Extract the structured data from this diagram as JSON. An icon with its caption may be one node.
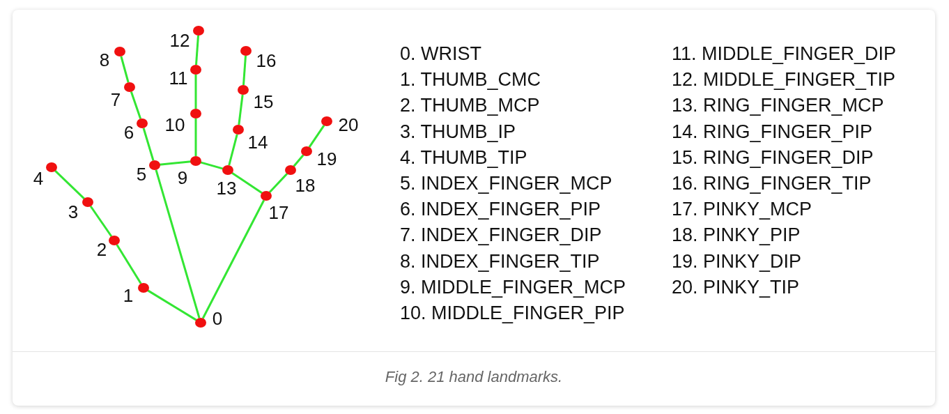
{
  "diagram": {
    "caption": "Fig 2. 21 hand landmarks.",
    "nodes": [
      {
        "text": [],
        "shape": "circle",
        "beside": [
          "0"
        ]
      },
      {
        "text": [],
        "shape": "circle",
        "beside": [
          "1"
        ]
      },
      {
        "text": [],
        "shape": "circle",
        "beside": [
          "2"
        ]
      },
      {
        "text": [],
        "shape": "circle",
        "beside": [
          "3"
        ]
      },
      {
        "text": [],
        "shape": "circle",
        "beside": [
          "4"
        ]
      },
      {
        "text": [],
        "shape": "circle",
        "beside": [
          "5"
        ]
      },
      {
        "text": [],
        "shape": "circle",
        "beside": [
          "6"
        ]
      },
      {
        "text": [],
        "shape": "circle",
        "beside": [
          "7"
        ]
      },
      {
        "text": [],
        "shape": "circle",
        "beside": [
          "8"
        ]
      },
      {
        "text": [],
        "shape": "circle",
        "beside": [
          "9"
        ]
      },
      {
        "text": [],
        "shape": "circle",
        "beside": [
          "10"
        ]
      },
      {
        "text": [],
        "shape": "circle",
        "beside": [
          "11"
        ]
      },
      {
        "text": [],
        "shape": "circle",
        "beside": [
          "12"
        ]
      },
      {
        "text": [],
        "shape": "circle",
        "beside": [
          "13"
        ]
      },
      {
        "text": [],
        "shape": "circle",
        "beside": [
          "14"
        ]
      },
      {
        "text": [],
        "shape": "circle",
        "beside": [
          "15"
        ]
      },
      {
        "text": [],
        "shape": "circle",
        "beside": [
          "16"
        ]
      },
      {
        "text": [],
        "shape": "circle",
        "beside": [
          "17"
        ]
      },
      {
        "text": [],
        "shape": "circle",
        "beside": [
          "18"
        ]
      },
      {
        "text": [],
        "shape": "circle",
        "beside": [
          "19"
        ]
      },
      {
        "text": [],
        "shape": "circle",
        "beside": [
          "20"
        ]
      }
    ],
    "edges": [
      {
        "from": 0,
        "to": 1,
        "arrow": "none"
      },
      {
        "from": 1,
        "to": 2,
        "arrow": "none"
      },
      {
        "from": 2,
        "to": 3,
        "arrow": "none"
      },
      {
        "from": 3,
        "to": 4,
        "arrow": "none"
      },
      {
        "from": 0,
        "to": 5,
        "arrow": "none"
      },
      {
        "from": 5,
        "to": 6,
        "arrow": "none"
      },
      {
        "from": 6,
        "to": 7,
        "arrow": "none"
      },
      {
        "from": 7,
        "to": 8,
        "arrow": "none"
      },
      {
        "from": 5,
        "to": 9,
        "arrow": "none"
      },
      {
        "from": 9,
        "to": 10,
        "arrow": "none"
      },
      {
        "from": 10,
        "to": 11,
        "arrow": "none"
      },
      {
        "from": 11,
        "to": 12,
        "arrow": "none"
      },
      {
        "from": 9,
        "to": 13,
        "arrow": "none"
      },
      {
        "from": 13,
        "to": 14,
        "arrow": "none"
      },
      {
        "from": 14,
        "to": 15,
        "arrow": "none"
      },
      {
        "from": 15,
        "to": 16,
        "arrow": "none"
      },
      {
        "from": 13,
        "to": 17,
        "arrow": "none"
      },
      {
        "from": 0,
        "to": 17,
        "arrow": "none"
      },
      {
        "from": 17,
        "to": 18,
        "arrow": "none"
      },
      {
        "from": 18,
        "to": 19,
        "arrow": "none"
      },
      {
        "from": 19,
        "to": 20,
        "arrow": "none"
      }
    ],
    "labels": [
      "0. WRIST",
      "1. THUMB_CMC",
      "2. THUMB_MCP",
      "3. THUMB_IP",
      "4. THUMB_TIP",
      "5. INDEX_FINGER_MCP",
      "6. INDEX_FINGER_PIP",
      "7. INDEX_FINGER_DIP",
      "8. INDEX_FINGER_TIP",
      "9. MIDDLE_FINGER_MCP",
      "10. MIDDLE_FINGER_PIP",
      "11. MIDDLE_FINGER_DIP",
      "12. MIDDLE_FINGER_TIP",
      "13. RING_FINGER_MCP",
      "14. RING_FINGER_PIP",
      "15. RING_FINGER_DIP",
      "16. RING_FINGER_TIP",
      "17. PINKY_MCP",
      "18. PINKY_PIP",
      "19. PINKY_DIP",
      "20. PINKY_TIP"
    ]
  }
}
